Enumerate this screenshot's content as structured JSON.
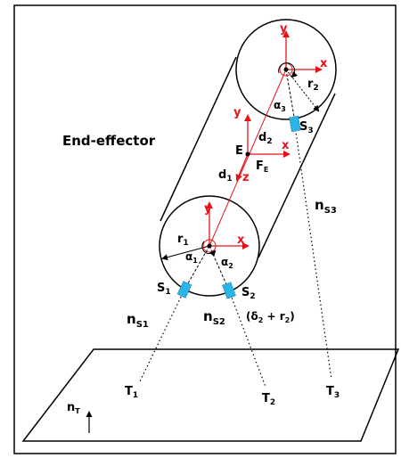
{
  "colors": {
    "frame": "#e8111a",
    "sensor": "#29b5e8",
    "line": "#000000"
  },
  "labels": {
    "end_effector": "End-effector",
    "y": "y",
    "x": "x",
    "z": "z",
    "r1": "r",
    "r1_sub": "1",
    "r2": "r",
    "r2_sub": "2",
    "alpha1": "α",
    "alpha1_sub": "1",
    "alpha2": "α",
    "alpha2_sub": "2",
    "alpha3": "α",
    "alpha3_sub": "3",
    "d1": "d",
    "d1_sub": "1",
    "d2": "d",
    "d2_sub": "2",
    "E": "E",
    "FE": "F",
    "FE_sub": "E",
    "S1": "S",
    "S1_sub": "1",
    "S2": "S",
    "S2_sub": "2",
    "S3": "S",
    "S3_sub": "3",
    "nS1": "n",
    "nS1_sub": "S1",
    "nS2": "n",
    "nS2_sub": "S2",
    "nS3": "n",
    "nS3_sub": "S3",
    "delta_expr": "(δ",
    "delta_sub": "2",
    "delta_rest": " + r",
    "delta_r_sub": "2",
    "delta_close": ")",
    "T1": "T",
    "T1_sub": "1",
    "T2": "T",
    "T2_sub": "2",
    "T3": "T",
    "T3_sub": "3",
    "nT": "n",
    "nT_sub": "T"
  }
}
